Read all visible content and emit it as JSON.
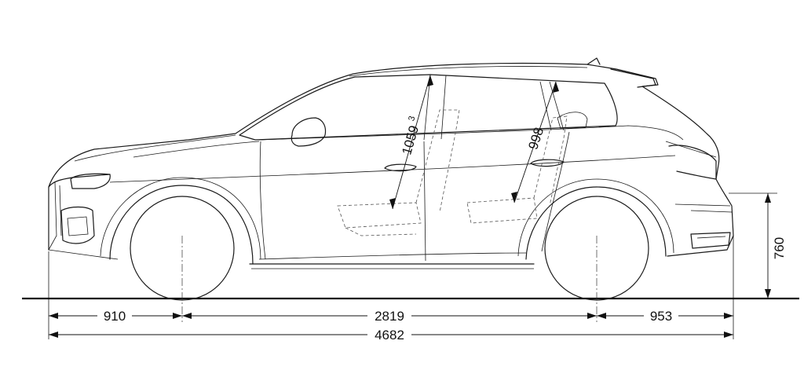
{
  "dimensions": {
    "front_overhang": "910",
    "wheelbase": "2819",
    "rear_overhang": "953",
    "overall_length": "4682",
    "ground_to_bumper": "760",
    "front_headroom": "1059",
    "front_headroom_sup": "3",
    "rear_headroom": "998"
  }
}
